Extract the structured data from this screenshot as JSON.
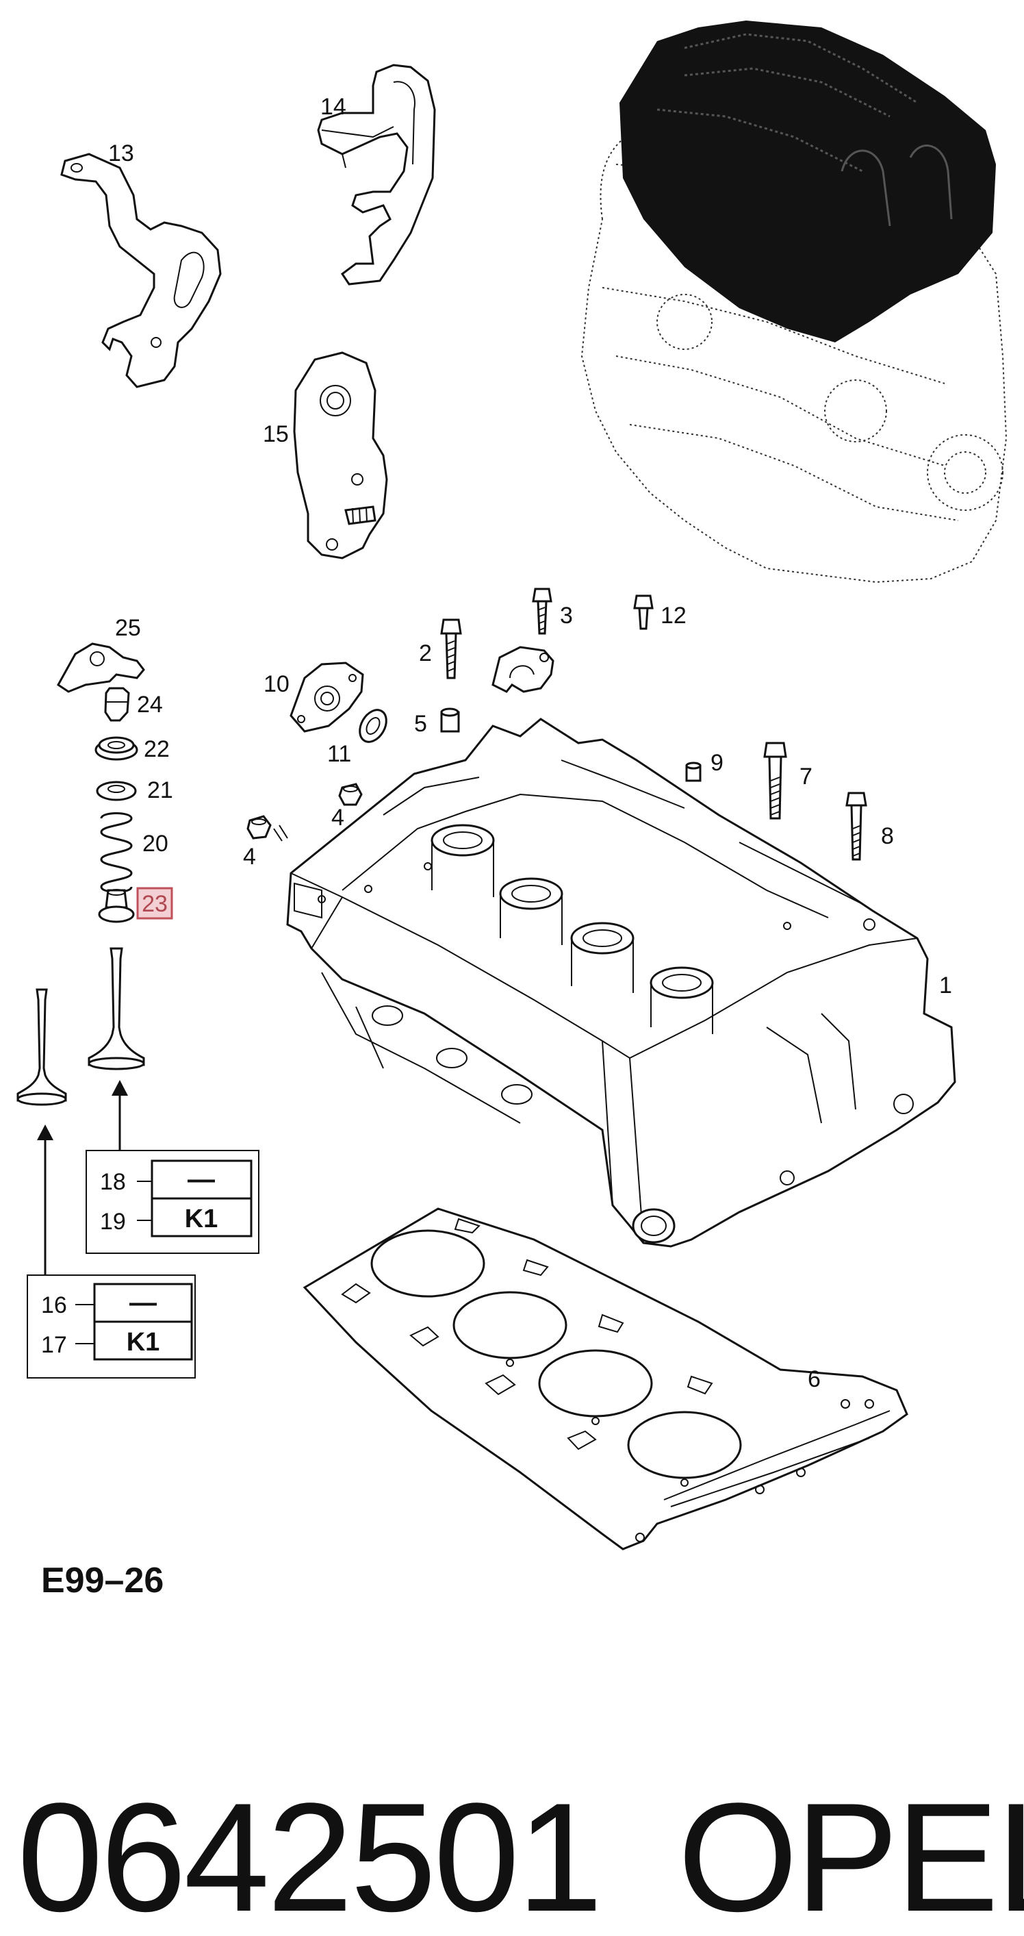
{
  "diagram_ref": "E99–26",
  "part_number": "0642501",
  "brand": "OPEL",
  "highlighted_label": "23",
  "labels": {
    "p1": "1",
    "p2": "2",
    "p3": "3",
    "p4a": "4",
    "p4b": "4",
    "p5": "5",
    "p6": "6",
    "p7": "7",
    "p8": "8",
    "p9": "9",
    "p10": "10",
    "p11": "11",
    "p12": "12",
    "p13": "13",
    "p14": "14",
    "p15": "15",
    "p20": "20",
    "p21": "21",
    "p22": "22",
    "p24": "24",
    "p25": "25"
  },
  "legend_boxes": [
    {
      "rows": [
        {
          "num": "18",
          "value": "—"
        },
        {
          "num": "19",
          "value": "K1"
        }
      ]
    },
    {
      "rows": [
        {
          "num": "16",
          "value": "—"
        },
        {
          "num": "17",
          "value": "K1"
        }
      ]
    }
  ],
  "colors": {
    "ink": "#111111",
    "highlight_fill": "#f3d0d4",
    "highlight_stroke": "#c0505a"
  }
}
